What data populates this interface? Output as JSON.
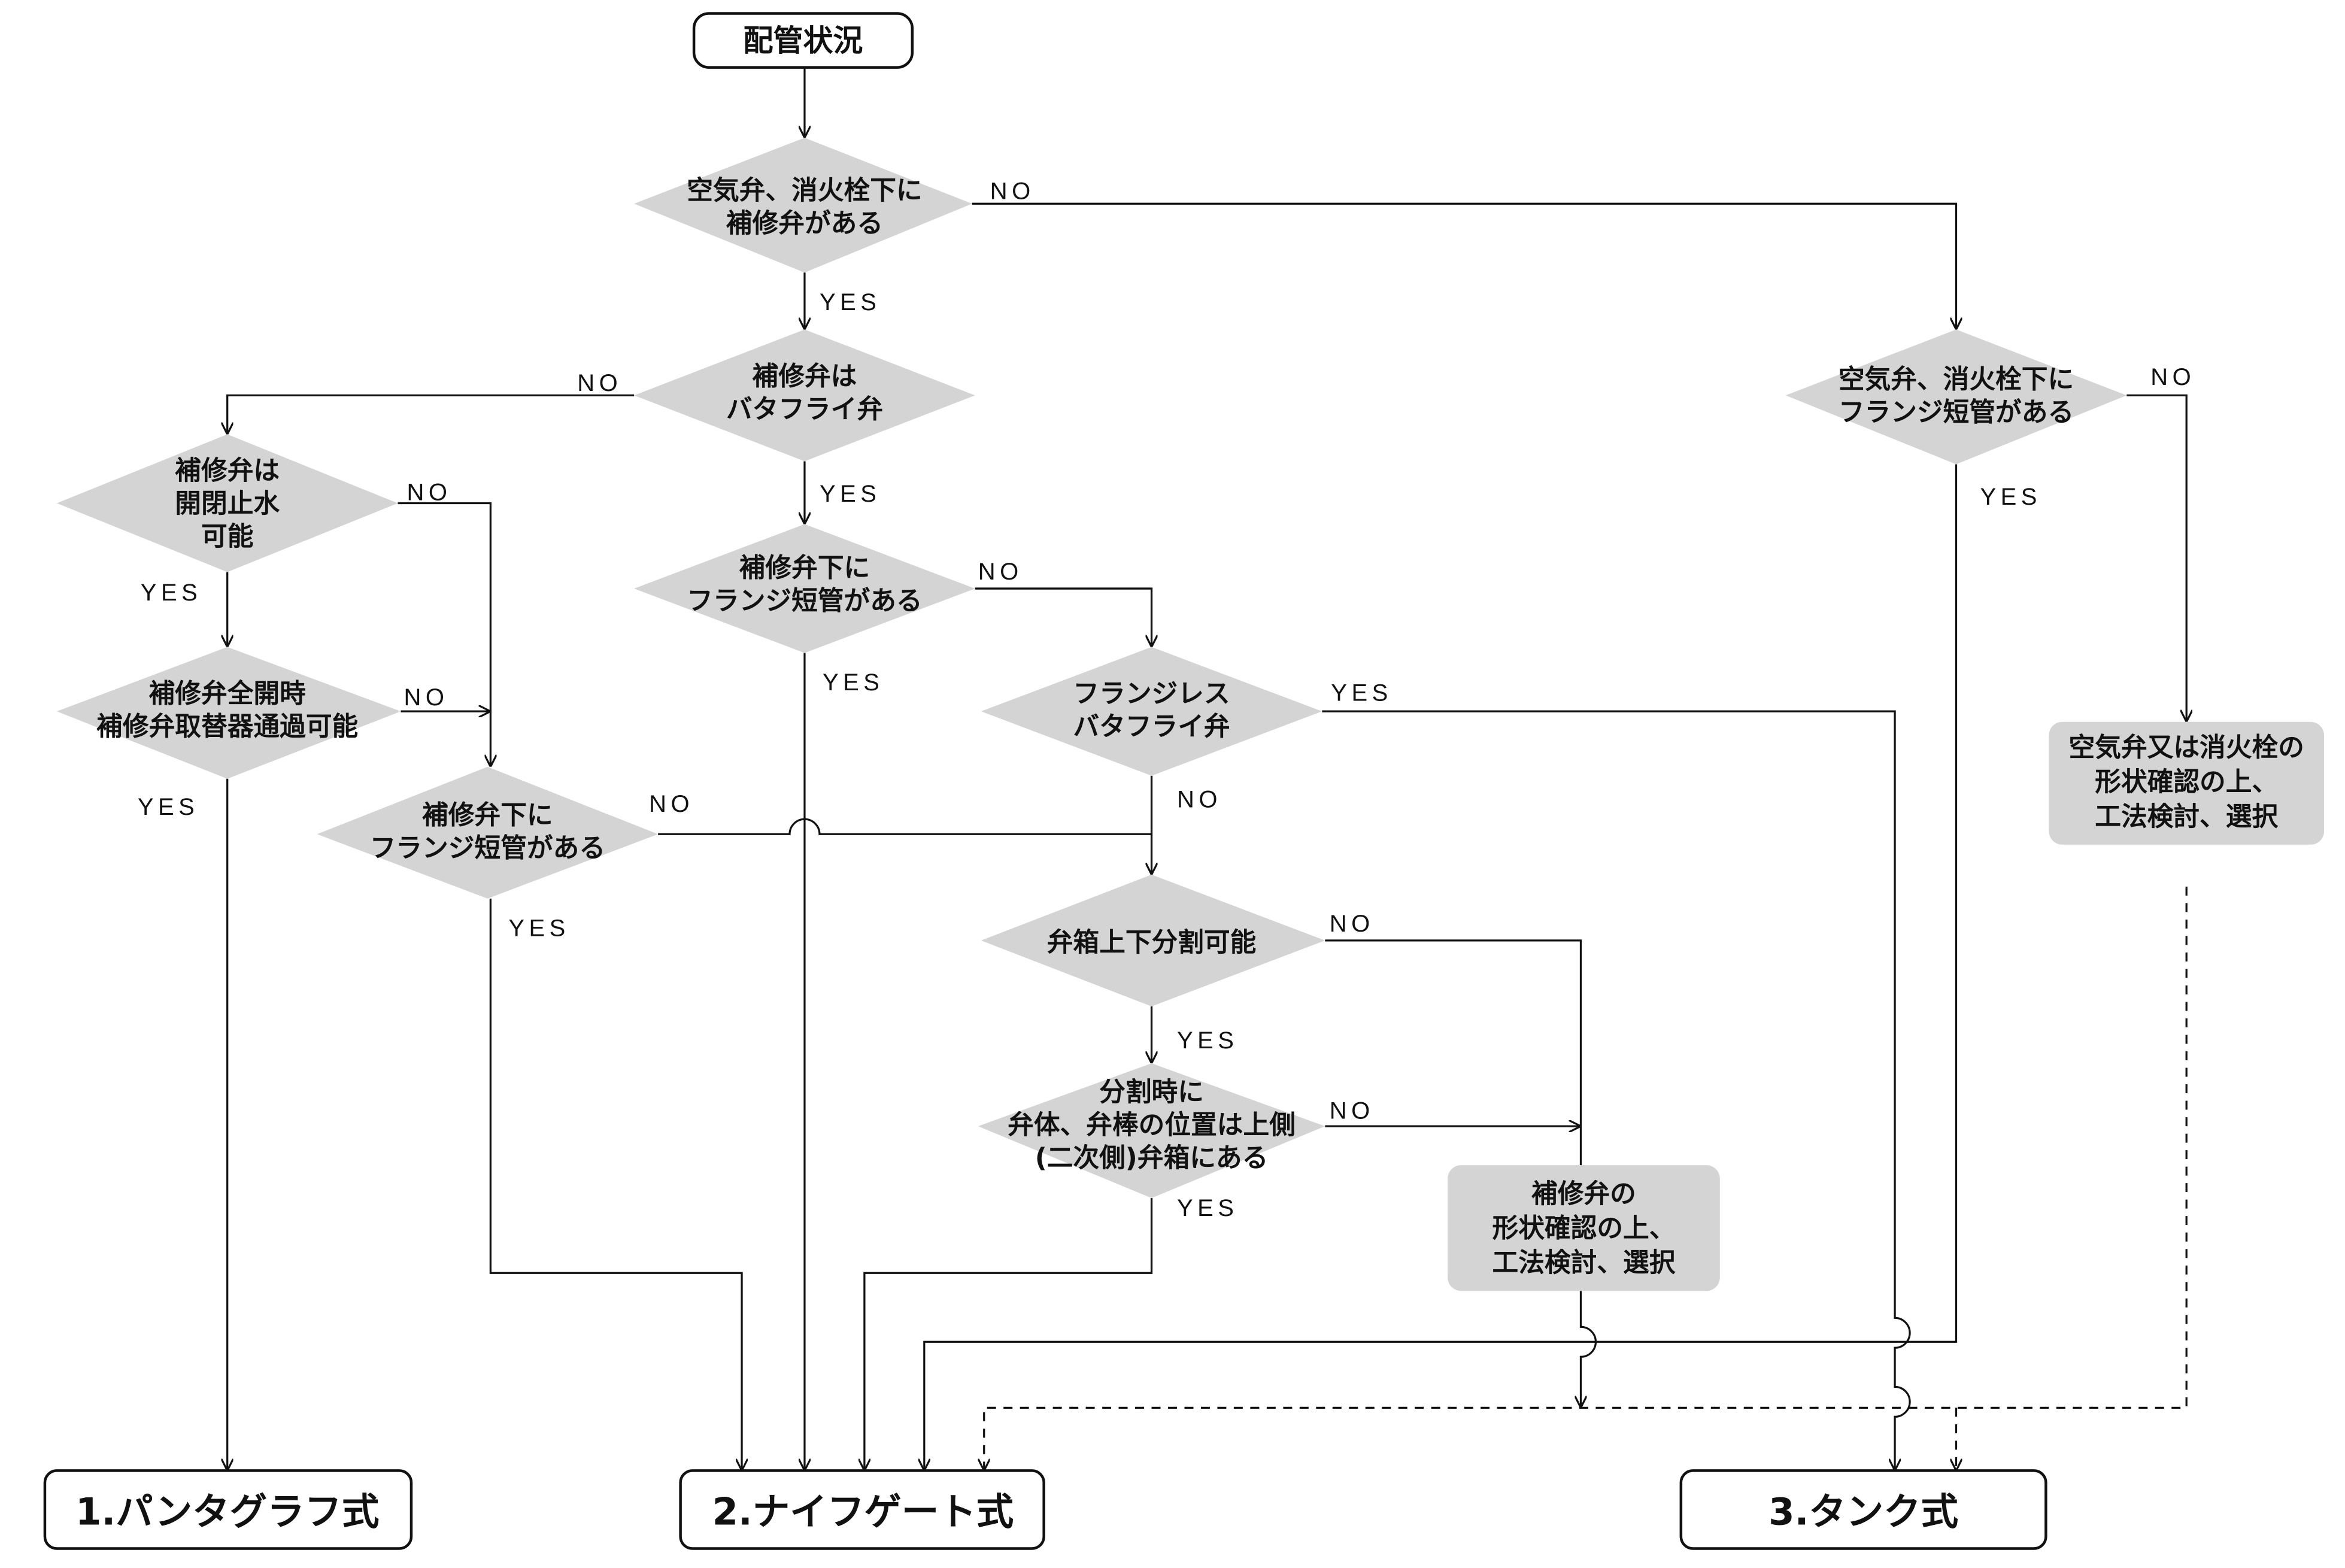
{
  "start": {
    "label": "配管状況"
  },
  "decisions": {
    "d1": [
      "空気弁、消火栓下に",
      "補修弁がある"
    ],
    "d2": [
      "補修弁は",
      "バタフライ弁"
    ],
    "d3": [
      "空気弁、消火栓下に",
      "フランジ短管がある"
    ],
    "d4": [
      "補修弁は",
      "開閉止水",
      "可能"
    ],
    "d5": [
      "補修弁全開時",
      "補修弁取替器通過可能"
    ],
    "d6": [
      "補修弁下に",
      "フランジ短管がある"
    ],
    "d7": [
      "補修弁下に",
      "フランジ短管がある"
    ],
    "d8": [
      "フランジレス",
      "バタフライ弁"
    ],
    "d9": [
      "弁箱上下分割可能"
    ],
    "d10": [
      "分割時に",
      "弁体、弁棒の位置は上側",
      "(二次側)弁箱にある"
    ]
  },
  "notes": {
    "n1": [
      "空気弁又は消火栓の",
      "形状確認の上、",
      "工法検討、選択"
    ],
    "n2": [
      "補修弁の",
      "形状確認の上、",
      "工法検討、選択"
    ]
  },
  "results": {
    "r1": "1.パンタグラフ式",
    "r2": "2.ナイフゲート式",
    "r3": "3.タンク式"
  },
  "branch_labels": {
    "d1_no": "NO",
    "d1_yes": "YES",
    "d2_no": "NO",
    "d2_yes": "YES",
    "d3_no": "NO",
    "d3_yes": "YES",
    "d4_no": "NO",
    "d4_yes": "YES",
    "d5_no": "NO",
    "d5_yes": "YES",
    "d6_no": "NO",
    "d6_yes": "YES",
    "d7_no": "NO",
    "d7_yes": "YES",
    "d8_yes": "YES",
    "d8_no": "NO",
    "d9_no": "NO",
    "d9_yes": "YES",
    "d10_no": "NO",
    "d10_yes": "YES"
  }
}
